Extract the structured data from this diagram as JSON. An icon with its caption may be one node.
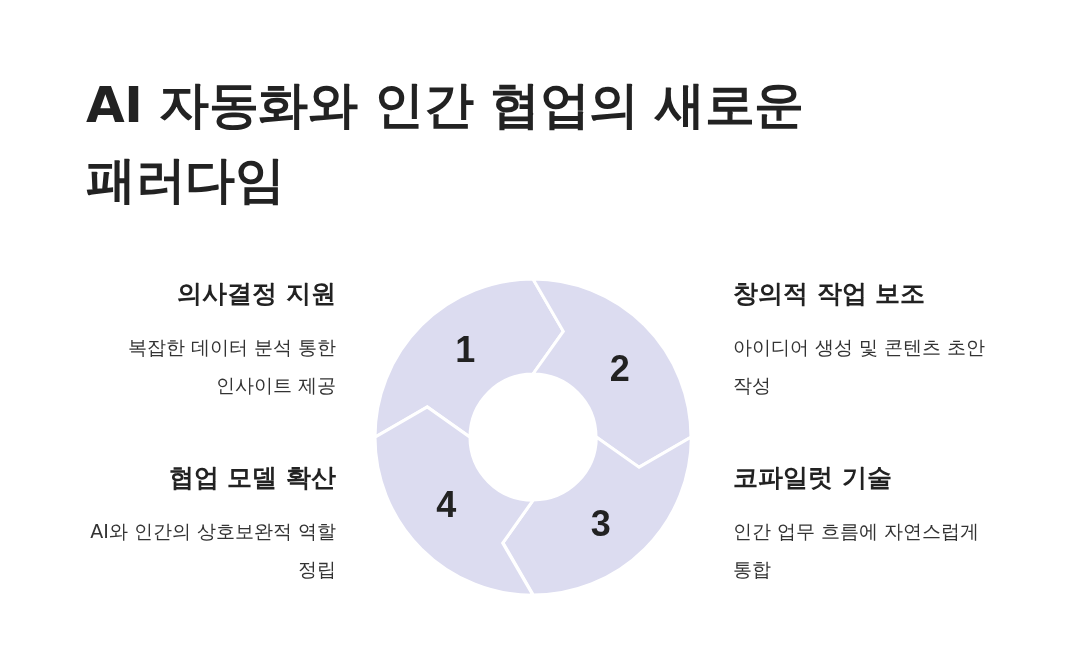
{
  "diagram": {
    "title": "AI 자동화와 인간 협업의 새로운 패러다임",
    "nodes": [
      {
        "text": [
          "1"
        ],
        "beside": [
          "의사결정 지원",
          "복잡한 데이터 분석 통한 인사이트 제공"
        ]
      },
      {
        "text": [
          "2"
        ],
        "beside": [
          "창의적 작업 보조",
          "아이디어 생성 및 콘텐츠 초안 작성"
        ]
      },
      {
        "text": [
          "3"
        ],
        "beside": [
          "코파일럿 기술",
          "인간 업무 흐름에 자연스럽게 통합"
        ]
      },
      {
        "text": [
          "4"
        ],
        "beside": [
          "협업 모델 확산",
          "AI와 인간의 상호보완적 역할 정립"
        ]
      }
    ]
  }
}
